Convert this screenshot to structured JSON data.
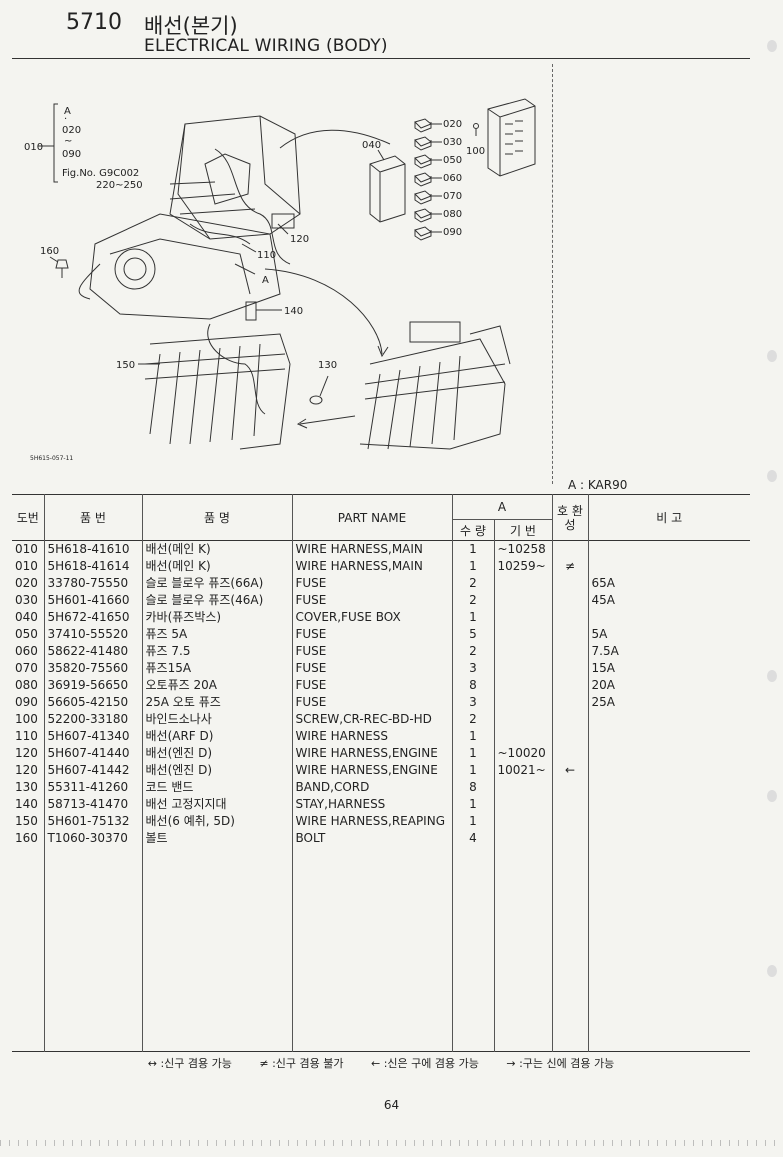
{
  "header": {
    "section_no": "5710",
    "title_kor": "배선(본기)",
    "title_eng": "ELECTRICAL WIRING (BODY)"
  },
  "figure": {
    "callouts": [
      "020",
      "030",
      "040",
      "050",
      "060",
      "070",
      "080",
      "090",
      "100",
      "110",
      "120",
      "130",
      "140",
      "150",
      "160",
      "A"
    ],
    "group_ref": {
      "id": "010",
      "lines": [
        "A",
        "·",
        "020",
        "~",
        "090"
      ],
      "fig_no": "Fig.No. G9C002",
      "range": "220~250"
    },
    "figure_code": "5H615-057-11"
  },
  "model_label": "A : KAR90",
  "table": {
    "headers": {
      "no": "도번",
      "part_no": "품   번",
      "name_kor": "품      명",
      "part_name": "PART  NAME",
      "group_a": "A",
      "qty": "수 량",
      "serial": "기 번",
      "interchange": "호 환 성",
      "remarks": "비      고"
    },
    "rows": [
      {
        "no": "010",
        "part_no": "5H618-41610",
        "kor": "배선(메인 K)",
        "name": "WIRE HARNESS,MAIN",
        "qty": "1",
        "serial": "~10258",
        "ic": "",
        "remark": ""
      },
      {
        "no": "010",
        "part_no": "5H618-41614",
        "kor": "배선(메인 K)",
        "name": "WIRE HARNESS,MAIN",
        "qty": "1",
        "serial": "10259~",
        "ic": "≠",
        "remark": ""
      },
      {
        "no": "020",
        "part_no": "33780-75550",
        "kor": "슬로 블로우 퓨즈(66A)",
        "name": "FUSE",
        "qty": "2",
        "serial": "",
        "ic": "",
        "remark": "65A"
      },
      {
        "no": "030",
        "part_no": "5H601-41660",
        "kor": "슬로 블로우 퓨즈(46A)",
        "name": "FUSE",
        "qty": "2",
        "serial": "",
        "ic": "",
        "remark": "45A"
      },
      {
        "no": "040",
        "part_no": "5H672-41650",
        "kor": "카바(퓨즈박스)",
        "name": "COVER,FUSE BOX",
        "qty": "1",
        "serial": "",
        "ic": "",
        "remark": ""
      },
      {
        "no": "050",
        "part_no": "37410-55520",
        "kor": "퓨즈 5A",
        "name": "FUSE",
        "qty": "5",
        "serial": "",
        "ic": "",
        "remark": "5A"
      },
      {
        "no": "060",
        "part_no": "58622-41480",
        "kor": "퓨즈 7.5",
        "name": "FUSE",
        "qty": "2",
        "serial": "",
        "ic": "",
        "remark": "7.5A"
      },
      {
        "no": "070",
        "part_no": "35820-75560",
        "kor": "퓨즈15A",
        "name": "FUSE",
        "qty": "3",
        "serial": "",
        "ic": "",
        "remark": "15A"
      },
      {
        "no": "080",
        "part_no": "36919-56650",
        "kor": "오토퓨즈 20A",
        "name": "FUSE",
        "qty": "8",
        "serial": "",
        "ic": "",
        "remark": "20A"
      },
      {
        "no": "090",
        "part_no": "56605-42150",
        "kor": "25A 오토 퓨즈",
        "name": "FUSE",
        "qty": "3",
        "serial": "",
        "ic": "",
        "remark": "25A"
      },
      {
        "no": "100",
        "part_no": "52200-33180",
        "kor": "바인드소나사",
        "name": "SCREW,CR-REC-BD-HD",
        "qty": "2",
        "serial": "",
        "ic": "",
        "remark": ""
      },
      {
        "no": "110",
        "part_no": "5H607-41340",
        "kor": "배선(ARF D)",
        "name": "WIRE HARNESS",
        "qty": "1",
        "serial": "",
        "ic": "",
        "remark": ""
      },
      {
        "no": "120",
        "part_no": "5H607-41440",
        "kor": "배선(엔진 D)",
        "name": "WIRE HARNESS,ENGINE",
        "qty": "1",
        "serial": "~10020",
        "ic": "",
        "remark": ""
      },
      {
        "no": "120",
        "part_no": "5H607-41442",
        "kor": "배선(엔진 D)",
        "name": "WIRE HARNESS,ENGINE",
        "qty": "1",
        "serial": "10021~",
        "ic": "←",
        "remark": ""
      },
      {
        "no": "130",
        "part_no": "55311-41260",
        "kor": "코드 밴드",
        "name": "BAND,CORD",
        "qty": "8",
        "serial": "",
        "ic": "",
        "remark": ""
      },
      {
        "no": "140",
        "part_no": "58713-41470",
        "kor": "배선 고정지지대",
        "name": "STAY,HARNESS",
        "qty": "1",
        "serial": "",
        "ic": "",
        "remark": ""
      },
      {
        "no": "150",
        "part_no": "5H601-75132",
        "kor": "배선(6 예취, 5D)",
        "name": "WIRE HARNESS,REAPING",
        "qty": "1",
        "serial": "",
        "ic": "",
        "remark": ""
      },
      {
        "no": "160",
        "part_no": "T1060-30370",
        "kor": "볼트",
        "name": "BOLT",
        "qty": "4",
        "serial": "",
        "ic": "",
        "remark": ""
      }
    ]
  },
  "legend": {
    "interchangeable": "↔ :신구 겸용 가능",
    "not_interchangeable": "≠ :신구 겸용 불가",
    "new_for_old": "← :신은 구에 겸용 가능",
    "old_for_new": "→ :구는 신에 겸용 가능"
  },
  "page_number": "64"
}
